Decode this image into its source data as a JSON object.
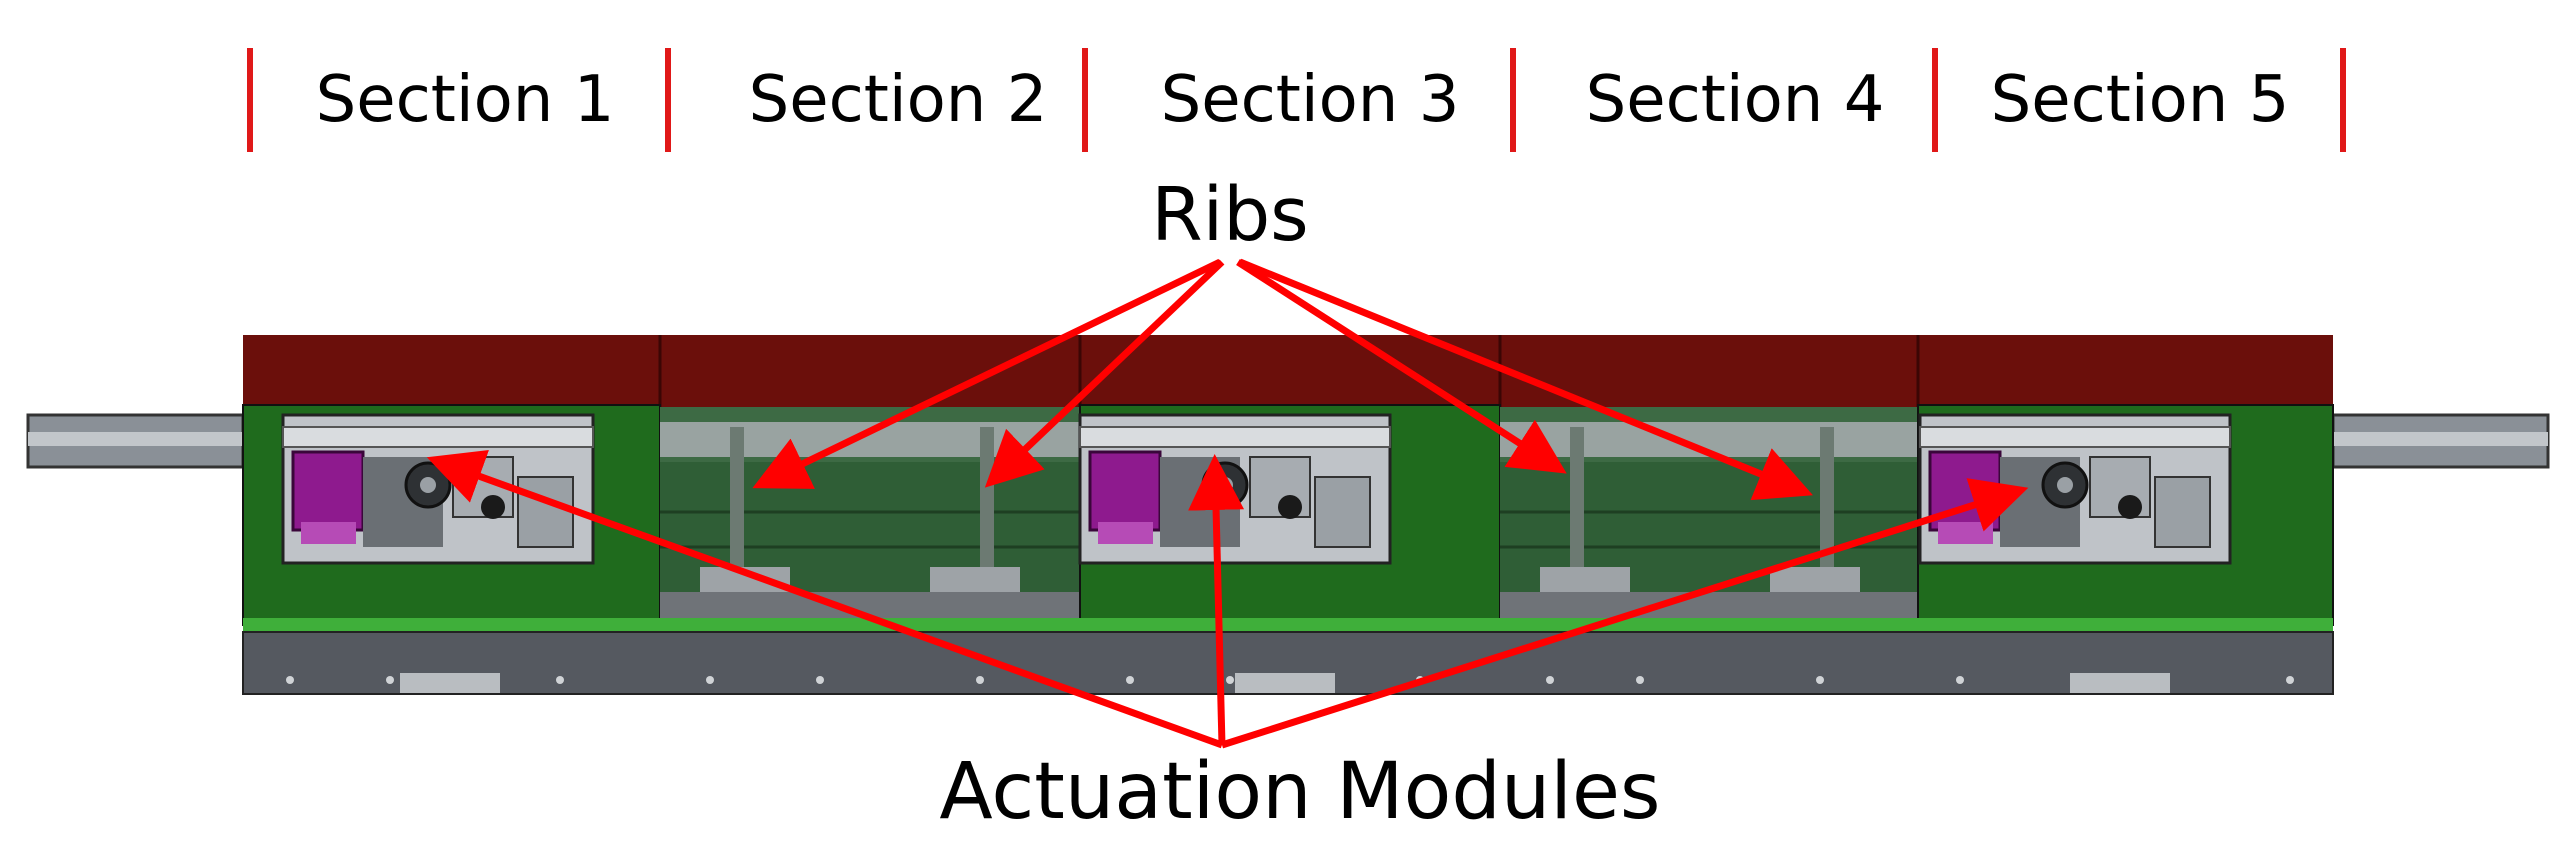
{
  "sections": [
    "Section 1",
    "Section 2",
    "Section 3",
    "Section 4",
    "Section 5"
  ],
  "callouts": {
    "ribs": "Ribs",
    "actuation_modules": "Actuation Modules"
  },
  "colors": {
    "divider": "#e01818",
    "arrow": "#ff0000",
    "top_plate": "#6b0f0b",
    "panel_green": "#1f6b1d",
    "rib_bay": "#3d6a44",
    "base_gray": "#555960",
    "servo_purple": "#8e1a8e",
    "rail_gray": "#8a9097"
  },
  "icons": [
    "servo-motor-icon",
    "pulley-icon",
    "rib-icon"
  ]
}
